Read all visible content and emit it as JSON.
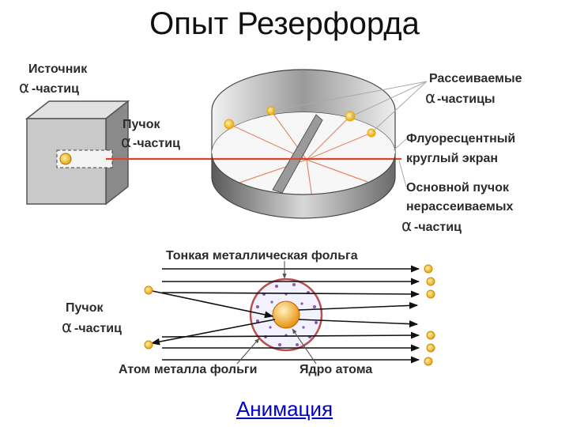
{
  "title": "Опыт Резерфорда",
  "labels": {
    "source_line1": "Источник",
    "source_line2": "-частиц",
    "beam_line1": "Пучок",
    "beam_line2": "-частиц",
    "scattered_line1": "Рассеиваемые",
    "scattered_line2": "-частицы",
    "screen_line1": "Флуоресцентный",
    "screen_line2": "круглый экран",
    "main_beam_line1": "Основной пучок",
    "main_beam_line2": "нерассеиваемых",
    "main_beam_line3": "-частиц",
    "foil": "Тонкая металлическая фольга",
    "beam2_line1": "Пучок",
    "beam2_line2": "-частиц",
    "foil_atom": "Атом металла фольги",
    "nucleus": "Ядро атома",
    "alpha": "α"
  },
  "link": {
    "label": "Анимация"
  },
  "colors": {
    "beam": "#d9442c",
    "particle": "#f0a800",
    "arrow": "#111111"
  }
}
